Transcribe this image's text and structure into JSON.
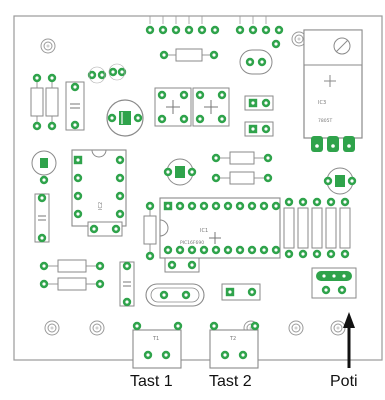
{
  "colors": {
    "board": "#ffffff",
    "outline": "#9a9a9a",
    "silkscreen": "#7c7c7c",
    "pad": "#2fa34b",
    "pad_hole": "#ffffff",
    "trace": "#2fa34b",
    "caption": "#111111",
    "arrow": "#111111"
  },
  "silkscreen_labels": {
    "ic1": "IC1",
    "ic1_part": "PIC16F690",
    "ic3": "IC3",
    "ic3_part": "7805T",
    "ic2": "IC2",
    "t1": "T1",
    "t2": "T2"
  },
  "captions": {
    "button_1": "Tast 1",
    "button_2": "Tast 2",
    "potentiometer": "Poti"
  },
  "icons": [
    "mounting-hole-icon",
    "arrow-up-icon"
  ]
}
